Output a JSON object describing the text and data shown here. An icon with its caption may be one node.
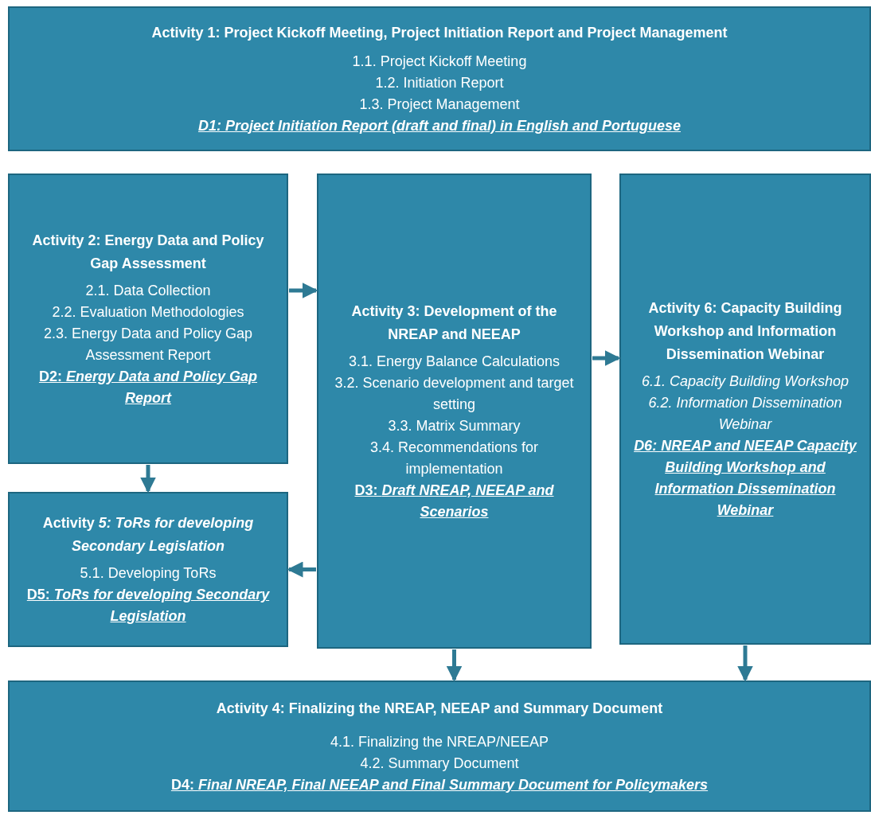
{
  "diagram": {
    "nodes": [
      {
        "text": [
          "Activity 1: Project Kickoff Meeting, Project Initiation Report and Project Management",
          "1.1. Project Kickoff Meeting",
          "1.2. Initiation Report",
          "1.3. Project Management",
          "*D1: Project Initiation Report (draft and final) in English and Portuguese*"
        ]
      },
      {
        "text": [
          "Activity 2: Energy Data and Policy Gap Assessment",
          "2.1. Data Collection",
          "2.2. Evaluation Methodologies",
          "2.3. Energy Data and Policy Gap Assessment Report",
          "D2: *Energy Data and Policy Gap Report*"
        ]
      },
      {
        "text": [
          "Activity 3: Development of the NREAP and NEEAP",
          "3.1. Energy Balance Calculations",
          "3.2. Scenario development and target setting",
          "3.3. Matrix Summary",
          "3.4. Recommendations for implementation",
          "D3: *Draft NREAP, NEEAP and Scenarios*"
        ]
      },
      {
        "text": [
          "Activity 6: Capacity Building Workshop and Information Dissemination Webinar",
          "*6.1. Capacity Building Workshop*",
          "*6.2. Information Dissemination Webinar*",
          "*D6: NREAP and NEEAP Capacity Building Workshop and Information Dissemination Webinar*"
        ]
      },
      {
        "text": [
          "Activity *5: ToRs for developing Secondary Legislation*",
          "5.1. Developing ToRs",
          "D5: *ToRs for developing Secondary Legislation*"
        ]
      },
      {
        "text": [
          "Activity 4: Finalizing the NREAP, NEEAP and Summary Document",
          "4.1. Finalizing the NREAP/NEEAP",
          "4.2. Summary Document",
          "D4: *Final NREAP, Final NEEAP and Final Summary Document for Policymakers*"
        ]
      }
    ],
    "edges": [
      {
        "from": 1,
        "to": 2,
        "arrow": "to"
      },
      {
        "from": 2,
        "to": 3,
        "arrow": "to"
      },
      {
        "from": 1,
        "to": 4,
        "arrow": "to"
      },
      {
        "from": 2,
        "to": 4,
        "arrow": "to"
      },
      {
        "from": 2,
        "to": 5,
        "arrow": "to"
      },
      {
        "from": 3,
        "to": 5,
        "arrow": "to"
      }
    ]
  }
}
